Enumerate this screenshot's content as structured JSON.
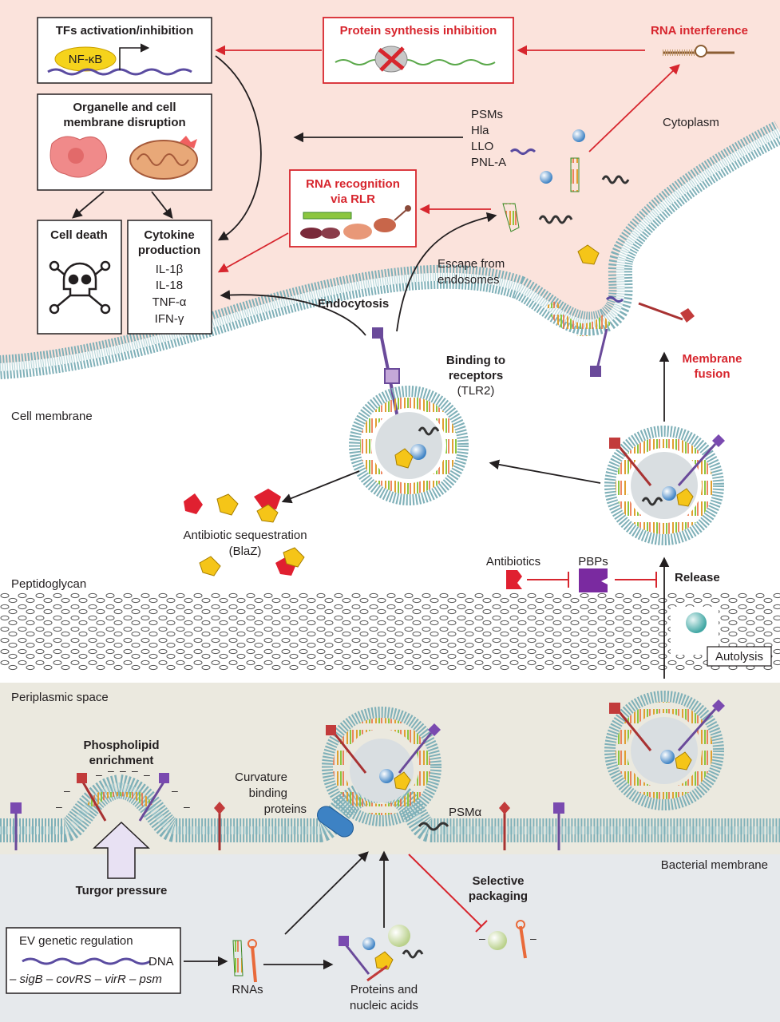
{
  "colors": {
    "cytoplasm_bg": "#fbe3dc",
    "periplasm_bg": "#ebe9df",
    "bacterium_bg": "#e6e9ec",
    "membrane": "#7fb0b8",
    "red": "#d7262e",
    "black": "#231f20"
  },
  "boxes": {
    "tfs": {
      "title": "TFs activation/inhibition",
      "nfkb": "NF-κB"
    },
    "organelle": {
      "title_line1": "Organelle and cell",
      "title_line2": "membrane disruption"
    },
    "cell_death": {
      "title": "Cell death"
    },
    "cytokine": {
      "title_line1": "Cytokine",
      "title_line2": "production",
      "items": [
        "IL-1β",
        "IL-18",
        "TNF-α",
        "IFN-γ"
      ]
    },
    "protein_synthesis": {
      "title": "Protein synthesis inhibition"
    },
    "rlr": {
      "title_line1": "RNA recognition",
      "title_line2": "via RLR"
    },
    "ev_regulation": {
      "title": "EV genetic regulation",
      "dna": "DNA",
      "genes": "– sigB – covRS – virR – psm"
    }
  },
  "labels": {
    "rna_interference": "RNA interference",
    "toxins": [
      "PSMs",
      "Hla",
      "LLO",
      "PNL-A"
    ],
    "cytoplasm": "Cytoplasm",
    "escape_line1": "Escape from",
    "escape_line2": "endosomes",
    "endocytosis": "Endocytosis",
    "binding_line1": "Binding to",
    "binding_line2": "receptors",
    "binding_line3": "(TLR2)",
    "membrane_fusion_line1": "Membrane",
    "membrane_fusion_line2": "fusion",
    "cell_membrane": "Cell membrane",
    "antibiotic_seq_line1": "Antibiotic sequestration",
    "antibiotic_seq_line2": "(BlaZ)",
    "antibiotics": "Antibiotics",
    "pbps": "PBPs",
    "release": "Release",
    "peptidoglycan": "Peptidoglycan",
    "autolysis": "Autolysis",
    "periplasmic_space": "Periplasmic space",
    "phospholipid_line1": "Phospholipid",
    "phospholipid_line2": "enrichment",
    "curvature_line1": "Curvature",
    "curvature_line2": "binding",
    "curvature_line3": "proteins",
    "psm_alpha": "PSMα",
    "bacterial_membrane": "Bacterial membrane",
    "turgor_pressure": "Turgor pressure",
    "selective_line1": "Selective",
    "selective_line2": "packaging",
    "rnas": "RNAs",
    "proteins_line1": "Proteins and",
    "proteins_line2": "nucleic acids"
  }
}
